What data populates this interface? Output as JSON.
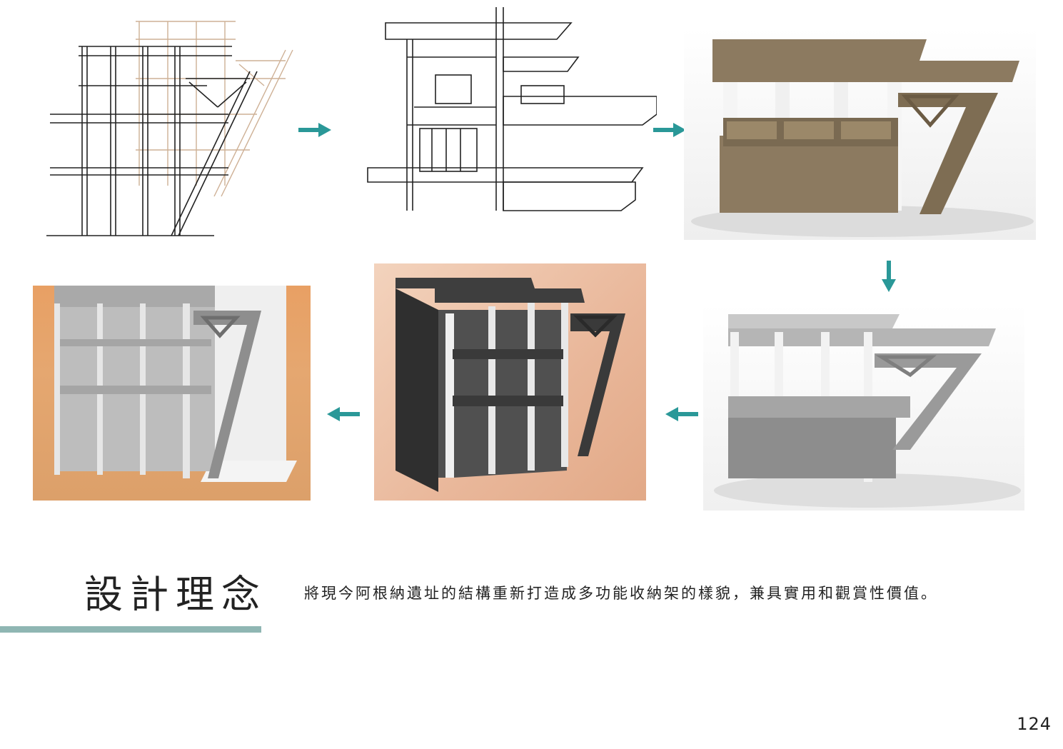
{
  "heading": "設計理念",
  "description": "將現今阿根納遺址的結構重新打造成多功能收納架的樣貌，兼具實用和觀賞性價值。",
  "page_number": "124",
  "accent_color": "#2a9898",
  "title_bar_color": "#8fb6b3",
  "figures": [
    {
      "stage": 1,
      "kind": "line sketch of ruin structure"
    },
    {
      "stage": 2,
      "kind": "line sketch of shelving concept"
    },
    {
      "stage": 3,
      "kind": "brown 3D render of shelf"
    },
    {
      "stage": 4,
      "kind": "grey 3D render of shelf"
    },
    {
      "stage": 5,
      "kind": "dark grey 3D render on wood background"
    },
    {
      "stage": 6,
      "kind": "final render in room corner"
    }
  ]
}
